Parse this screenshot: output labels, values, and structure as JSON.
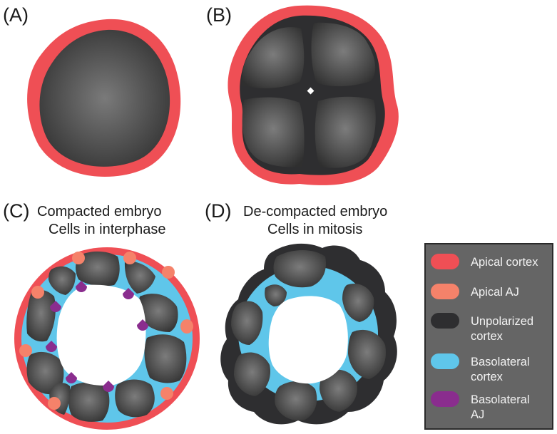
{
  "panels": {
    "a": {
      "label": "(A)"
    },
    "b": {
      "label": "(B)"
    },
    "c": {
      "label": "(C)",
      "caption_line1": "Compacted embryo",
      "caption_line2": "Cells in interphase"
    },
    "d": {
      "label": "(D)",
      "caption_line1": "De-compacted embryo",
      "caption_line2": "Cells in mitosis"
    }
  },
  "legend": {
    "items": [
      {
        "lines": [
          "Apical cortex"
        ],
        "color": "#ef4f55"
      },
      {
        "lines": [
          "Apical AJ"
        ],
        "color": "#f5826a"
      },
      {
        "lines": [
          "Unpolarized",
          "cortex"
        ],
        "color": "#2e2e30"
      },
      {
        "lines": [
          "Basolateral",
          "cortex"
        ],
        "color": "#5fc6ea"
      },
      {
        "lines": [
          "Basolateral",
          "AJ"
        ],
        "color": "#8a2d8e"
      }
    ]
  },
  "colors": {
    "apical_cortex": "#ef4f55",
    "apical_aj": "#f5826a",
    "unpolarized_cortex": "#2e2e30",
    "basolateral_cortex": "#5fc6ea",
    "basolateral_aj": "#8a2d8e",
    "cell_fill_light": "#7a7a7a",
    "cell_fill_dark": "#303030",
    "legend_background": "#656565"
  }
}
